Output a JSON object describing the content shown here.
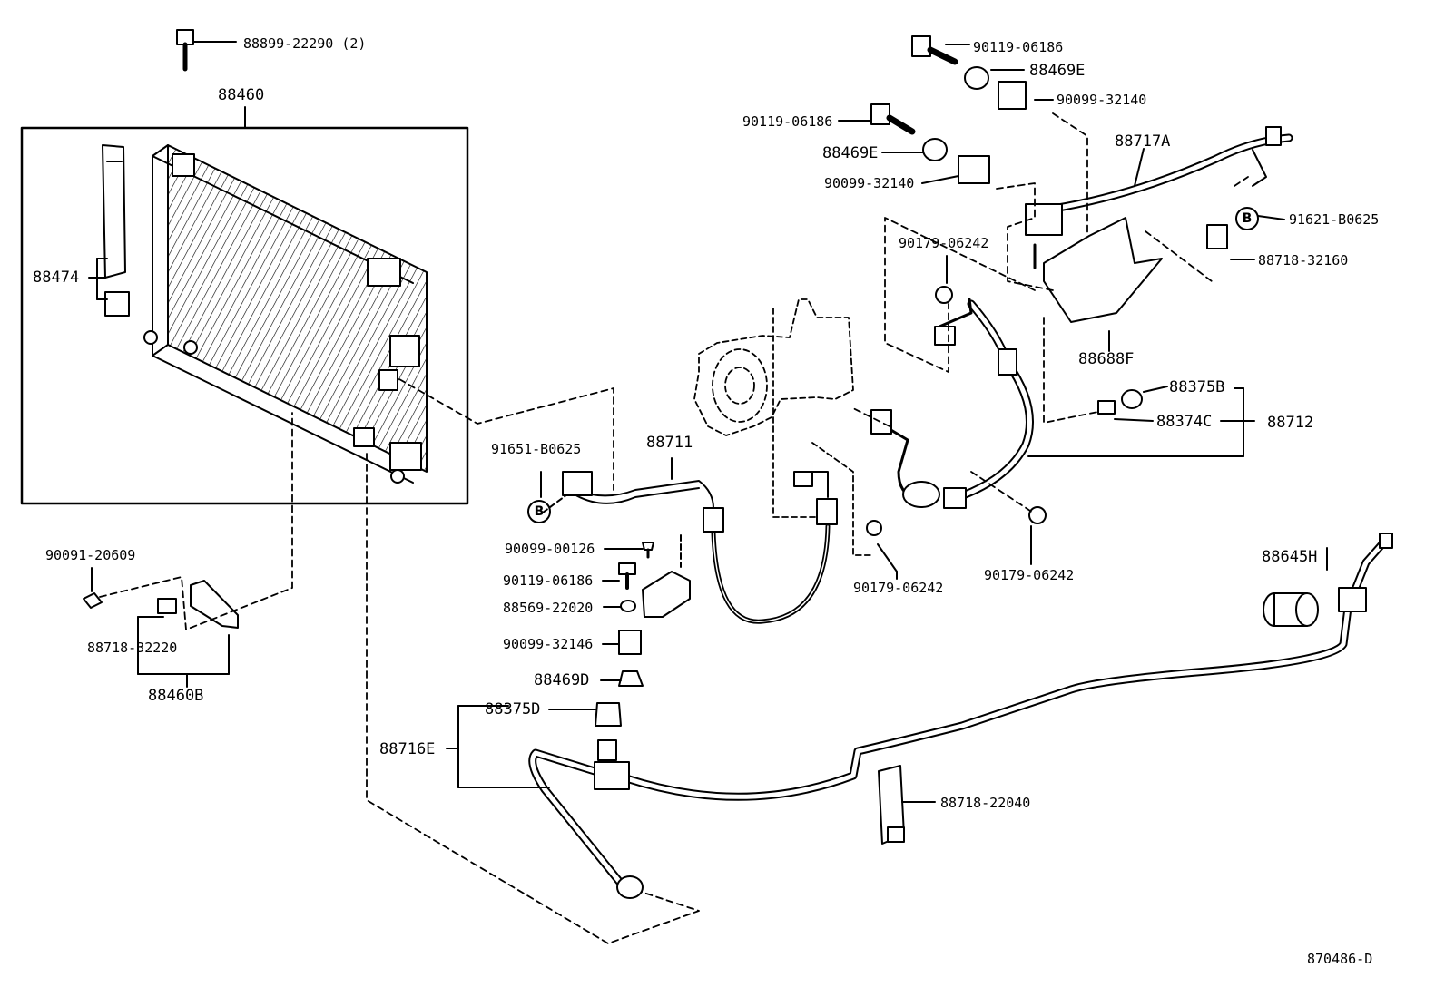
{
  "diagram_id": "870486-D",
  "reference_circle": "B",
  "parts": {
    "bolt_top": "88899-22290 (2)",
    "condenser": "88460",
    "condenser_brace": "88474",
    "bolt_bracket": "90091-20609",
    "bracket_clip": "88718-32220",
    "bracket_set": "88460B",
    "bolt_a": "90119-06186",
    "oring_a": "88469E",
    "cap_a": "90099-32140",
    "bolt_b": "90119-06186",
    "oring_b": "88469E",
    "cap_b": "90099-32140",
    "pipe_top": "88717A",
    "clamp_ref_b_top": "91621-B0625",
    "clip_top": "88718-32160",
    "nut_top": "90179-06242",
    "bracket_right": "88688F",
    "valve_core_b": "88375B",
    "valve_cap_c": "88374C",
    "hose_suction": "88712",
    "clamp_ref_b_left": "91651-B0625",
    "hose_discharge": "88711",
    "bolt_c": "90099-00126",
    "bolt_d": "90119-06186",
    "clamp_e": "88569-22020",
    "cap_f": "90099-32146",
    "oring_d": "88469D",
    "valve_core_d": "88375D",
    "pipe_bottom": "88716E",
    "nut_mid": "90179-06242",
    "nut_right": "90179-06242",
    "pressure_switch": "88645H",
    "clip_bottom": "88718-22040"
  }
}
